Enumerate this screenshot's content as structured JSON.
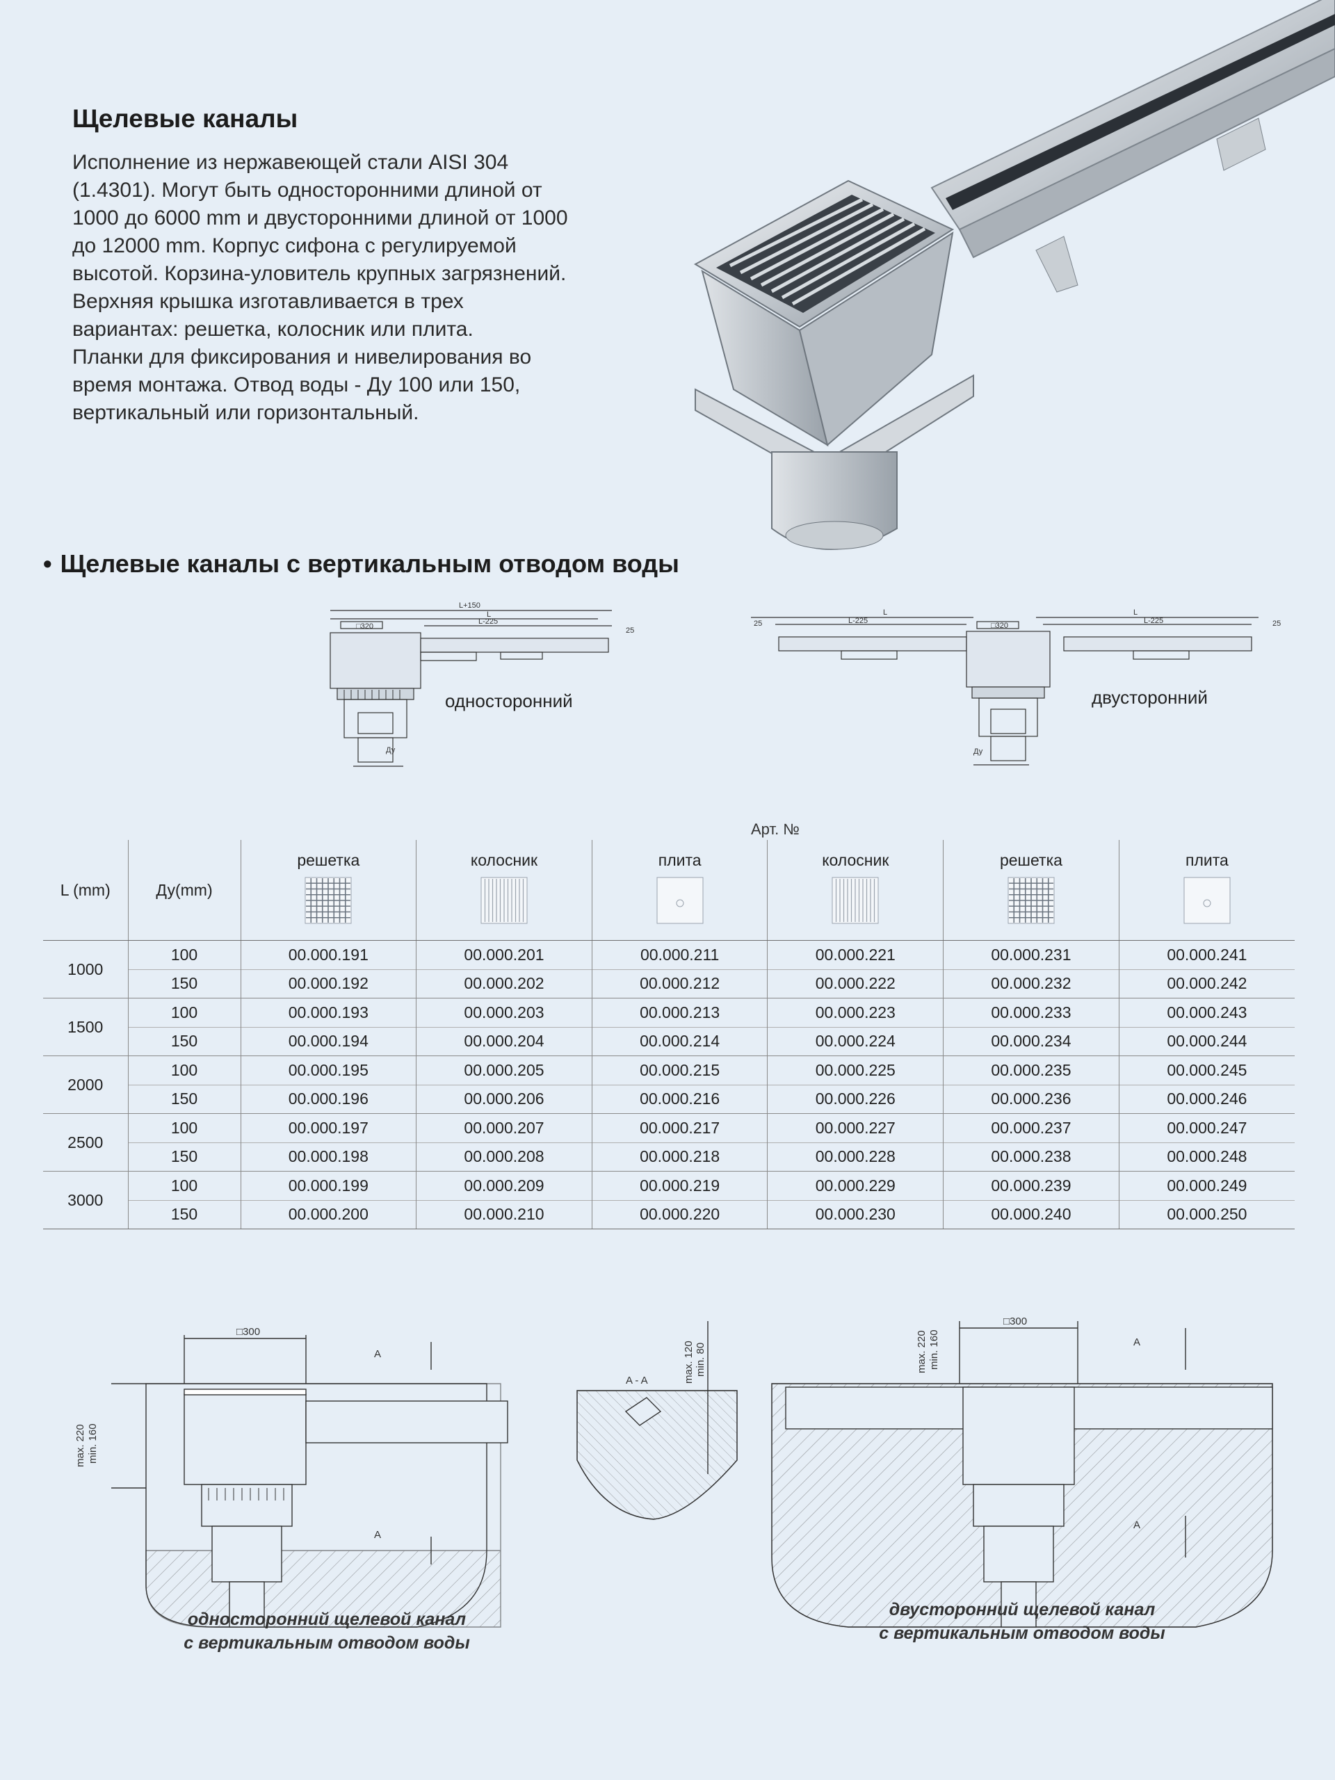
{
  "title": "Щелевые каналы",
  "intro_lines": [
    "Исполнение из нержавеющей стали AISI 304",
    "(1.4301). Могут быть односторонними длиной от",
    "1000 до 6000 mm и двусторонними длиной от 1000",
    "до 12000 mm. Корпус сифона с регулируемой",
    "высотой. Корзина-уловитель крупных загрязнений.",
    "Верхняя крышка изготавливается в трех",
    "вариантах: решетка, колосник или плита.",
    "Планки для фиксирования и нивелирования во",
    "время монтажа. Отвод воды - Ду 100 или 150,",
    "вертикальный или горизонтальный."
  ],
  "section_bullet": "•",
  "section_title": "Щелевые каналы с вертикальным отводом воды",
  "drawings": {
    "single_caption": "односторонний",
    "double_caption": "двусторонний",
    "single_dims": {
      "l150": "L+150",
      "l": "L",
      "sq320": "□320",
      "l225": "L-225",
      "d25": "25",
      "du": "Ду"
    },
    "double_dims": {
      "d25": "25",
      "l": "L",
      "l225": "L-225",
      "sq320": "□320",
      "du": "Ду"
    }
  },
  "table": {
    "art_label": "Арт. №",
    "col_l": "L (mm)",
    "col_du": "Ду(mm)",
    "col_types": [
      {
        "label": "решетка",
        "icon": "grid-icon"
      },
      {
        "label": "колосник",
        "icon": "bars-icon"
      },
      {
        "label": "плита",
        "icon": "plate-icon"
      },
      {
        "label": "колосник",
        "icon": "bars-icon"
      },
      {
        "label": "решетка",
        "icon": "grid-icon"
      },
      {
        "label": "плита",
        "icon": "plate-icon"
      }
    ],
    "groups": [
      {
        "l": "1000",
        "rows": [
          {
            "du": "100",
            "codes": [
              "00.000.191",
              "00.000.201",
              "00.000.211",
              "00.000.221",
              "00.000.231",
              "00.000.241"
            ]
          },
          {
            "du": "150",
            "codes": [
              "00.000.192",
              "00.000.202",
              "00.000.212",
              "00.000.222",
              "00.000.232",
              "00.000.242"
            ]
          }
        ]
      },
      {
        "l": "1500",
        "rows": [
          {
            "du": "100",
            "codes": [
              "00.000.193",
              "00.000.203",
              "00.000.213",
              "00.000.223",
              "00.000.233",
              "00.000.243"
            ]
          },
          {
            "du": "150",
            "codes": [
              "00.000.194",
              "00.000.204",
              "00.000.214",
              "00.000.224",
              "00.000.234",
              "00.000.244"
            ]
          }
        ]
      },
      {
        "l": "2000",
        "rows": [
          {
            "du": "100",
            "codes": [
              "00.000.195",
              "00.000.205",
              "00.000.215",
              "00.000.225",
              "00.000.235",
              "00.000.245"
            ]
          },
          {
            "du": "150",
            "codes": [
              "00.000.196",
              "00.000.206",
              "00.000.216",
              "00.000.226",
              "00.000.236",
              "00.000.246"
            ]
          }
        ]
      },
      {
        "l": "2500",
        "rows": [
          {
            "du": "100",
            "codes": [
              "00.000.197",
              "00.000.207",
              "00.000.217",
              "00.000.227",
              "00.000.237",
              "00.000.247"
            ]
          },
          {
            "du": "150",
            "codes": [
              "00.000.198",
              "00.000.208",
              "00.000.218",
              "00.000.228",
              "00.000.238",
              "00.000.248"
            ]
          }
        ]
      },
      {
        "l": "3000",
        "rows": [
          {
            "du": "100",
            "codes": [
              "00.000.199",
              "00.000.209",
              "00.000.219",
              "00.000.229",
              "00.000.239",
              "00.000.249"
            ]
          },
          {
            "du": "150",
            "codes": [
              "00.000.200",
              "00.000.210",
              "00.000.220",
              "00.000.230",
              "00.000.240",
              "00.000.250"
            ]
          }
        ]
      }
    ]
  },
  "bottom": {
    "single_caption_lines": [
      "односторонний  щелевой  канал",
      "с вертикальным отводом воды"
    ],
    "double_caption_lines": [
      "двусторонний щелевой  канал",
      "с вертикальным отводом воды"
    ],
    "sq300": "□300",
    "section_a": "A",
    "section_aa": "A - A",
    "max220": "max. 220",
    "min160": "min. 160",
    "max120": "max. 120",
    "min80": "min. 80"
  }
}
